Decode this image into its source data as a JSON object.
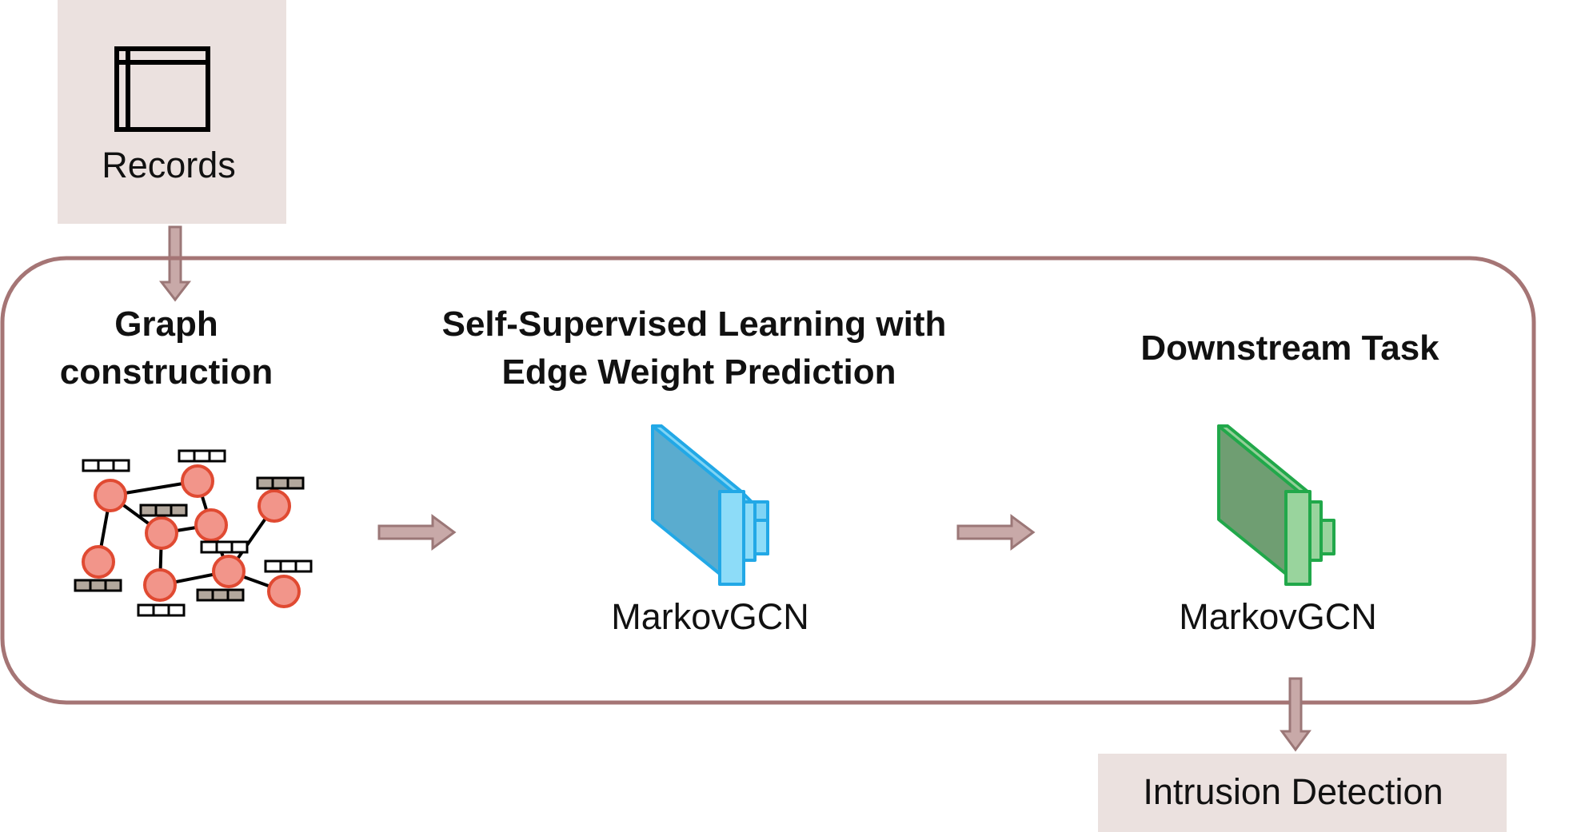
{
  "input": {
    "label": "Records",
    "icon": "table-icon"
  },
  "stages": [
    {
      "title_line1": "Graph",
      "title_line2": "construction",
      "icon": "graph-icon"
    },
    {
      "title_line1": "Self-Supervised Learning with",
      "title_line2": "Edge Weight Prediction",
      "model": "MarkovGCN",
      "icon": "neural-layer-icon",
      "color": "#5aaccf",
      "accent": "#22a8e6"
    },
    {
      "title_line1": "Downstream Task",
      "model": "MarkovGCN",
      "icon": "neural-layer-icon",
      "color": "#6f9e72",
      "accent": "#21a84a"
    }
  ],
  "output": {
    "label": "Intrusion Detection"
  },
  "colors": {
    "frame": "#a57575",
    "box_fill": "#ebe1df",
    "arrow_fill": "#c8a9a8",
    "arrow_stroke": "#9b7777",
    "node_fill": "#f2958a",
    "node_stroke": "#e04a32"
  }
}
